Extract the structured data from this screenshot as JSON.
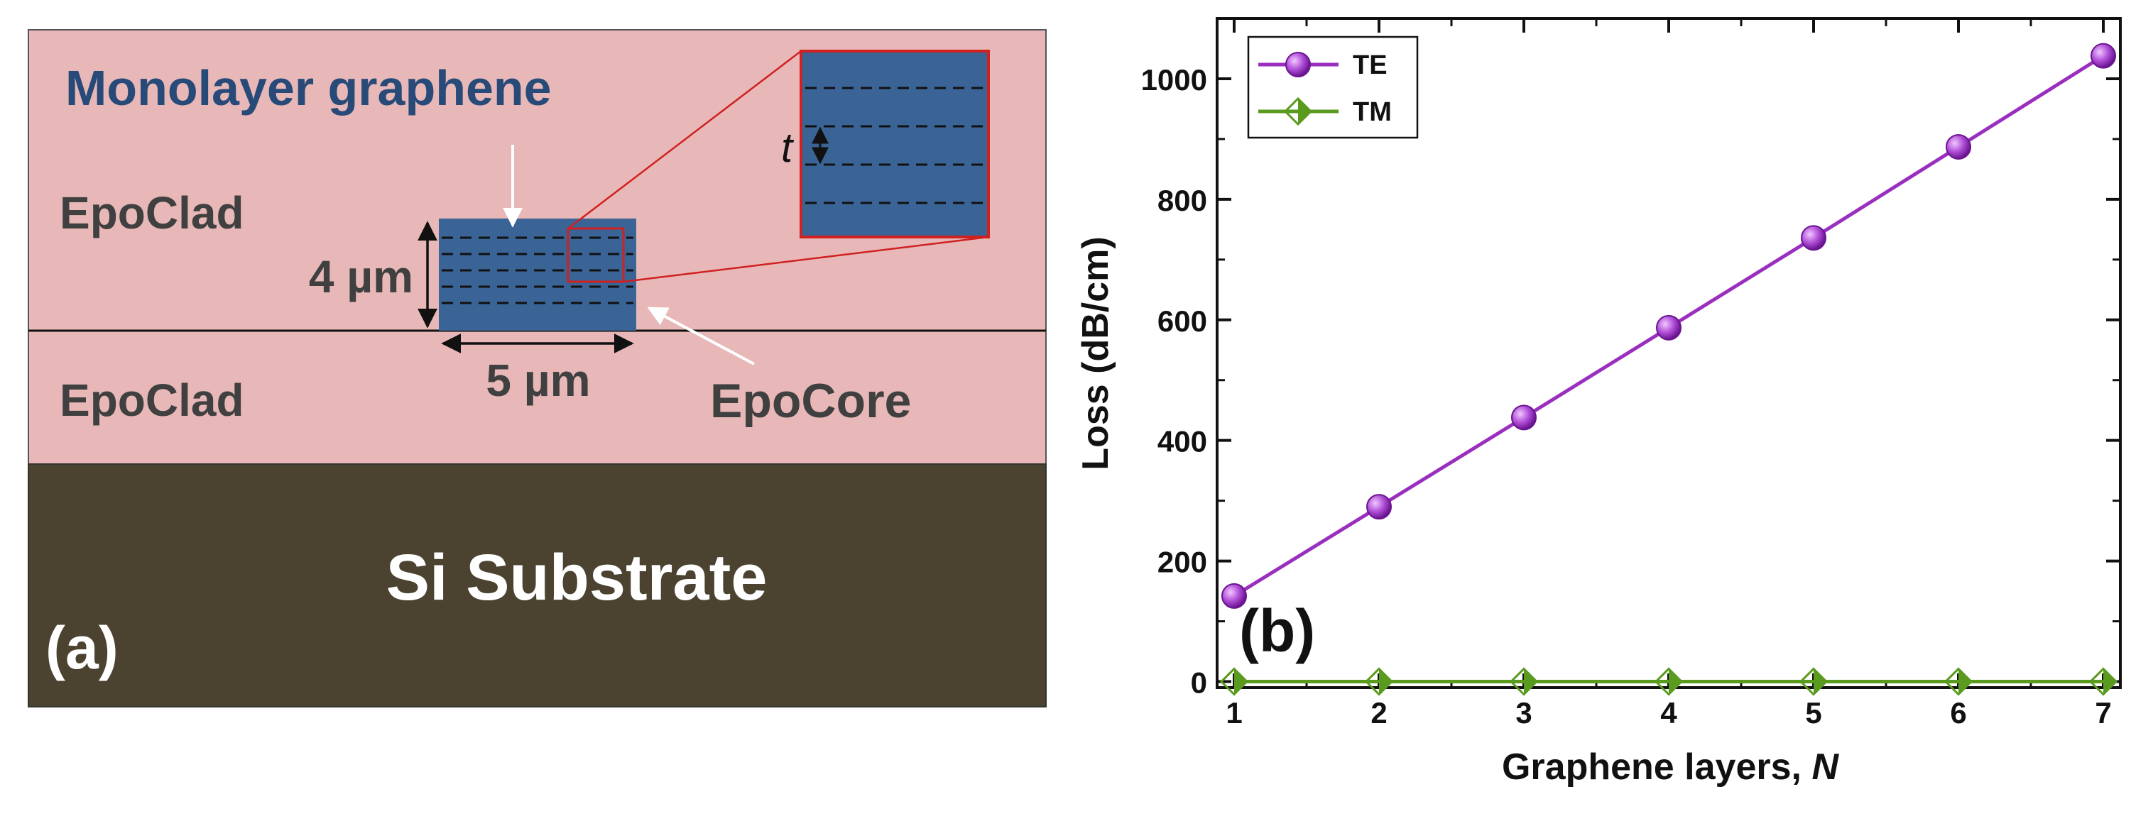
{
  "panel_a": {
    "panel_label": "(a)",
    "graphene_label": "Monolayer graphene",
    "upper_clad_label": "EpoClad",
    "lower_clad_label": "EpoClad",
    "core_label": "EpoCore",
    "substrate_label": "Si Substrate",
    "height_label": "4 µm",
    "width_label": "5 µm",
    "thickness_label": "t",
    "colors": {
      "cladding": "#e8b8b8",
      "core": "#3a6495",
      "substrate": "#4b4230",
      "text_dark": "#404040",
      "title_blue": "#274a78",
      "zoom_outline": "#d02020"
    }
  },
  "chart_data": {
    "type": "line",
    "panel_label": "(b)",
    "title": "",
    "xlabel": "Graphene layers, ",
    "xlabel_italic": "N",
    "ylabel": "Loss (dB/cm)",
    "xlim": [
      1,
      7
    ],
    "ylim": [
      -10,
      1100
    ],
    "x": [
      1,
      2,
      3,
      4,
      5,
      6,
      7
    ],
    "x_ticks": [
      "1",
      "2",
      "3",
      "4",
      "5",
      "6",
      "7"
    ],
    "y_ticks": [
      0,
      200,
      400,
      600,
      800,
      1000
    ],
    "y_tick_labels": [
      "0",
      "200",
      "400",
      "600",
      "800",
      "1000"
    ],
    "grid": false,
    "legend_position": "top-left",
    "series": [
      {
        "name": "TE",
        "values": [
          142,
          290,
          438,
          587,
          736,
          887,
          1038
        ],
        "color": "#9a2fbf",
        "marker": "sphere"
      },
      {
        "name": "TM",
        "values": [
          0,
          0,
          0,
          0,
          0,
          0,
          0
        ],
        "color": "#5a9a1e",
        "marker": "half-diamond"
      }
    ]
  }
}
